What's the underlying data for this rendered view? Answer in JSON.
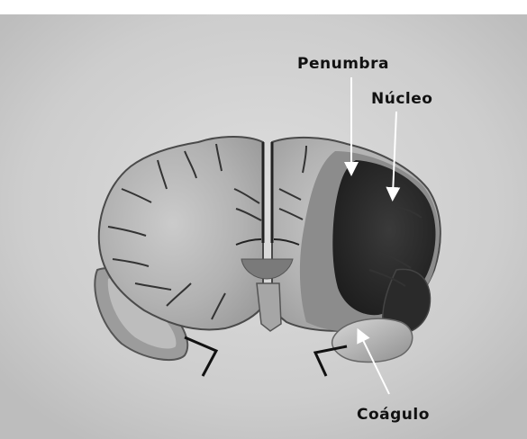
{
  "labels": {
    "penumbra": "Penumbra",
    "nucleo": "Núcleo",
    "coagulo": "Coágulo"
  },
  "colors": {
    "background": "#cfcfcf",
    "brain_tissue": "#b8b8b8",
    "penumbra": "#8c8c8c",
    "core": "#262626",
    "clot": "#a9a9a9",
    "ventricle": "#7a7a7a",
    "arrow": "#ffffff"
  }
}
